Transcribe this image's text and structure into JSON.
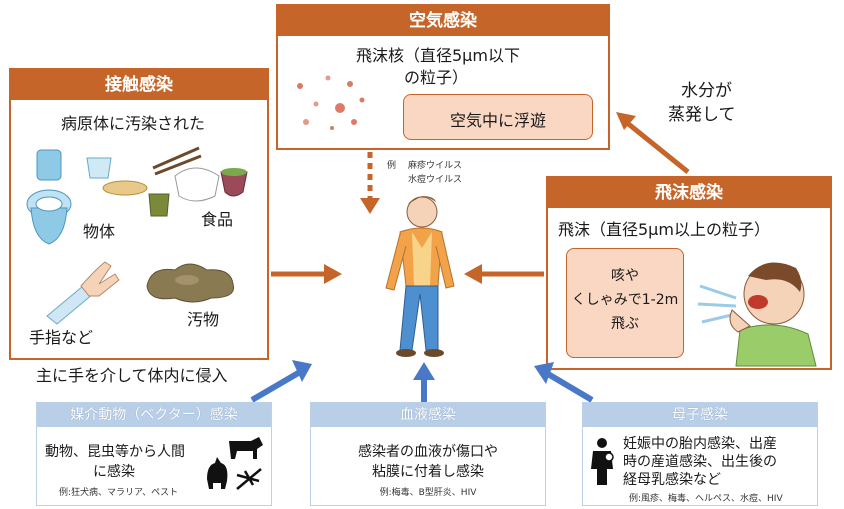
{
  "airborne": {
    "title": "空気感染",
    "particle_line1": "飛沫核（直径5μm以下",
    "particle_line2": "の粒子）",
    "float_label": "空気中に浮遊",
    "example_prefix": "例",
    "example1": "麻疹ウイルス",
    "example2": "水痘ウイルス"
  },
  "contact": {
    "title": "接触感染",
    "subtitle": "病原体に汚染された",
    "label_object": "物体",
    "label_food": "食品",
    "label_fingers": "手指など",
    "label_filth": "汚物",
    "caption": "主に手を介して体内に侵入"
  },
  "droplet": {
    "title": "飛沫感染",
    "particle": "飛沫（直径5μm以上の粒子）",
    "cough_line1": "咳や",
    "cough_line2": "くしゃみで1-2m",
    "cough_line3": "飛ぶ"
  },
  "evaporate": {
    "line1": "水分が",
    "line2": "蒸発して"
  },
  "vector": {
    "title": "媒介動物（ベクター）感染",
    "text_line1": "動物、昆虫等から人間",
    "text_line2": "に感染",
    "example": "例:狂犬病、マラリア、ペスト"
  },
  "blood": {
    "title": "血液感染",
    "text_line1": "感染者の血液が傷口や",
    "text_line2": "粘膜に付着し感染",
    "example": "例:梅毒、B型肝炎、HIV"
  },
  "mother_child": {
    "title": "母子感染",
    "text_line1": "妊娠中の胎内感染、出産",
    "text_line2": "時の産道感染、出生後の",
    "text_line3": "経母乳感染など",
    "example": "例:風疹、梅毒、ヘルペス、水痘、HIV"
  },
  "colors": {
    "orange": "#c5652a",
    "blue_arrow": "#4a78c8",
    "blue_header": "#b9cfe8",
    "pink_fill": "#f9d7c2"
  }
}
